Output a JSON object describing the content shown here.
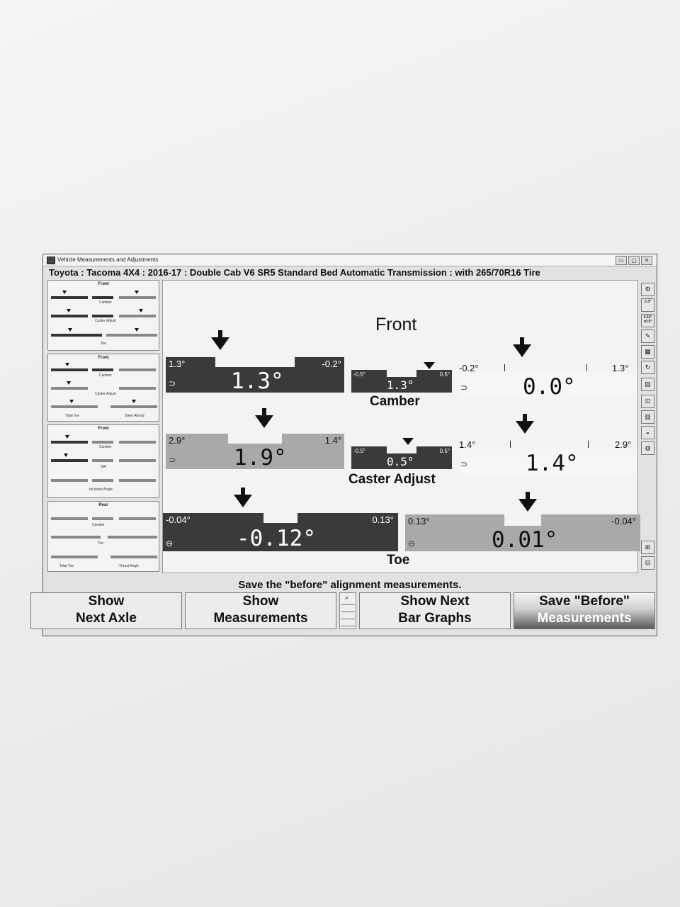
{
  "window": {
    "title": "Vehicle Measurements and Adjustments",
    "buttons": {
      "minimize": "▭",
      "restore": "▢",
      "close": "✕"
    }
  },
  "vehicle": "Toyota : Tacoma 4X4 : 2016-17 : Double Cab V6 SR5 Standard Bed Automatic Transmission : with 265/70R16 Tire",
  "sidebar": {
    "thumbnails": [
      {
        "title": "Front",
        "captions": [
          "Camber",
          "Caster Adjust",
          "Toe"
        ]
      },
      {
        "title": "Front",
        "captions": [
          "Camber",
          "Caster Adjust",
          "Total Toe",
          "Steer Ahead"
        ]
      },
      {
        "title": "Front",
        "captions": [
          "Camber",
          "SAI",
          "Included Angle"
        ]
      },
      {
        "title": "Rear",
        "captions": [
          "Camber",
          "Toe",
          "Total Toe",
          "Thrust Angle"
        ]
      }
    ]
  },
  "main": {
    "axle": "Front",
    "camber": {
      "label": "Camber",
      "left": {
        "min": "1.3°",
        "max": "-0.2°",
        "value": "1.3°"
      },
      "center": {
        "min": "-0.5°",
        "max": "0.5°",
        "value": "1.3°"
      },
      "right": {
        "min": "-0.2°",
        "max": "1.3°",
        "value": "0.0°"
      }
    },
    "caster": {
      "label": "Caster Adjust",
      "left": {
        "min": "2.9°",
        "max": "1.4°",
        "value": "1.9°"
      },
      "center": {
        "min": "-0.5°",
        "max": "0.5°",
        "value": "0.5°"
      },
      "right": {
        "min": "1.4°",
        "max": "2.9°",
        "value": "1.4°"
      }
    },
    "toe": {
      "label": "Toe",
      "left": {
        "min": "-0.04°",
        "max": "0.13°",
        "value": "-0.12°"
      },
      "right": {
        "min": "0.13°",
        "max": "-0.04°",
        "value": "0.01°"
      }
    }
  },
  "toolbar": {
    "tool_text_1": "0.3°",
    "tool_text_2": "0.33°",
    "tool_text_3": "±0.5°"
  },
  "prompt": "Save the \"before\" alignment measurements.",
  "buttons": {
    "show_next_axle": [
      "Show",
      "Next Axle"
    ],
    "show_measurements": [
      "Show",
      "Measurements"
    ],
    "show_next_bar_graphs": [
      "Show Next",
      "Bar Graphs"
    ],
    "save_before": [
      "Save \"Before\"",
      "Measurements"
    ]
  }
}
